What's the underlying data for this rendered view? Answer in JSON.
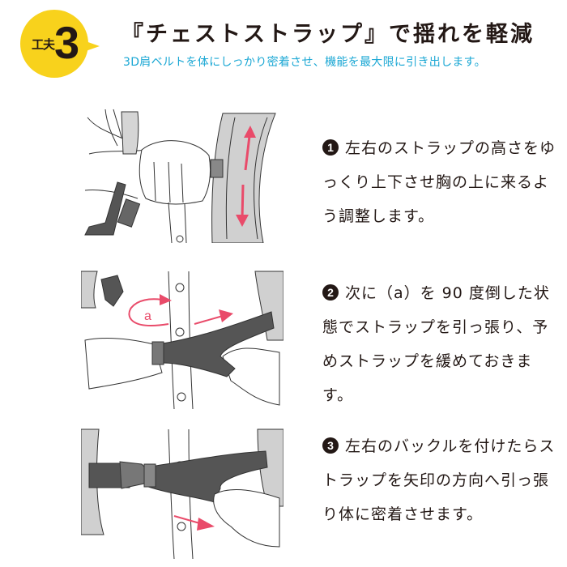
{
  "header": {
    "badge": {
      "label": "工夫",
      "number": "3",
      "color": "#f8d21c"
    },
    "title": "『チェストストラップ』で揺れを軽減",
    "subtitle": "3D肩ベルトを体にしっかり密着させ、機能を最大限に引き出します。",
    "subtitle_color": "#1aa7d4"
  },
  "steps": [
    {
      "number": "1",
      "text": "左右のストラップの高さをゆっくり上下させ胸の上に来るよう調整します。",
      "figure": {
        "description": "hand adjusting strap height on shoulder belt",
        "arrows": "up-down",
        "arrow_color": "#e94b6a"
      }
    },
    {
      "number": "2",
      "text": "次に（a）を 90 度倒した状態でストラップを引っ張り、予めストラップを緩めておきます。",
      "figure": {
        "description": "rotating buckle (a) 90 degrees and pulling strap",
        "label": "a",
        "arrow_color": "#e94b6a"
      }
    },
    {
      "number": "3",
      "text": "左右のバックルを付けたらストラップを矢印の方向へ引っ張り体に密着させます。",
      "figure": {
        "description": "buckle fastened, pulling strap end to tighten",
        "arrow_color": "#e94b6a"
      }
    }
  ]
}
